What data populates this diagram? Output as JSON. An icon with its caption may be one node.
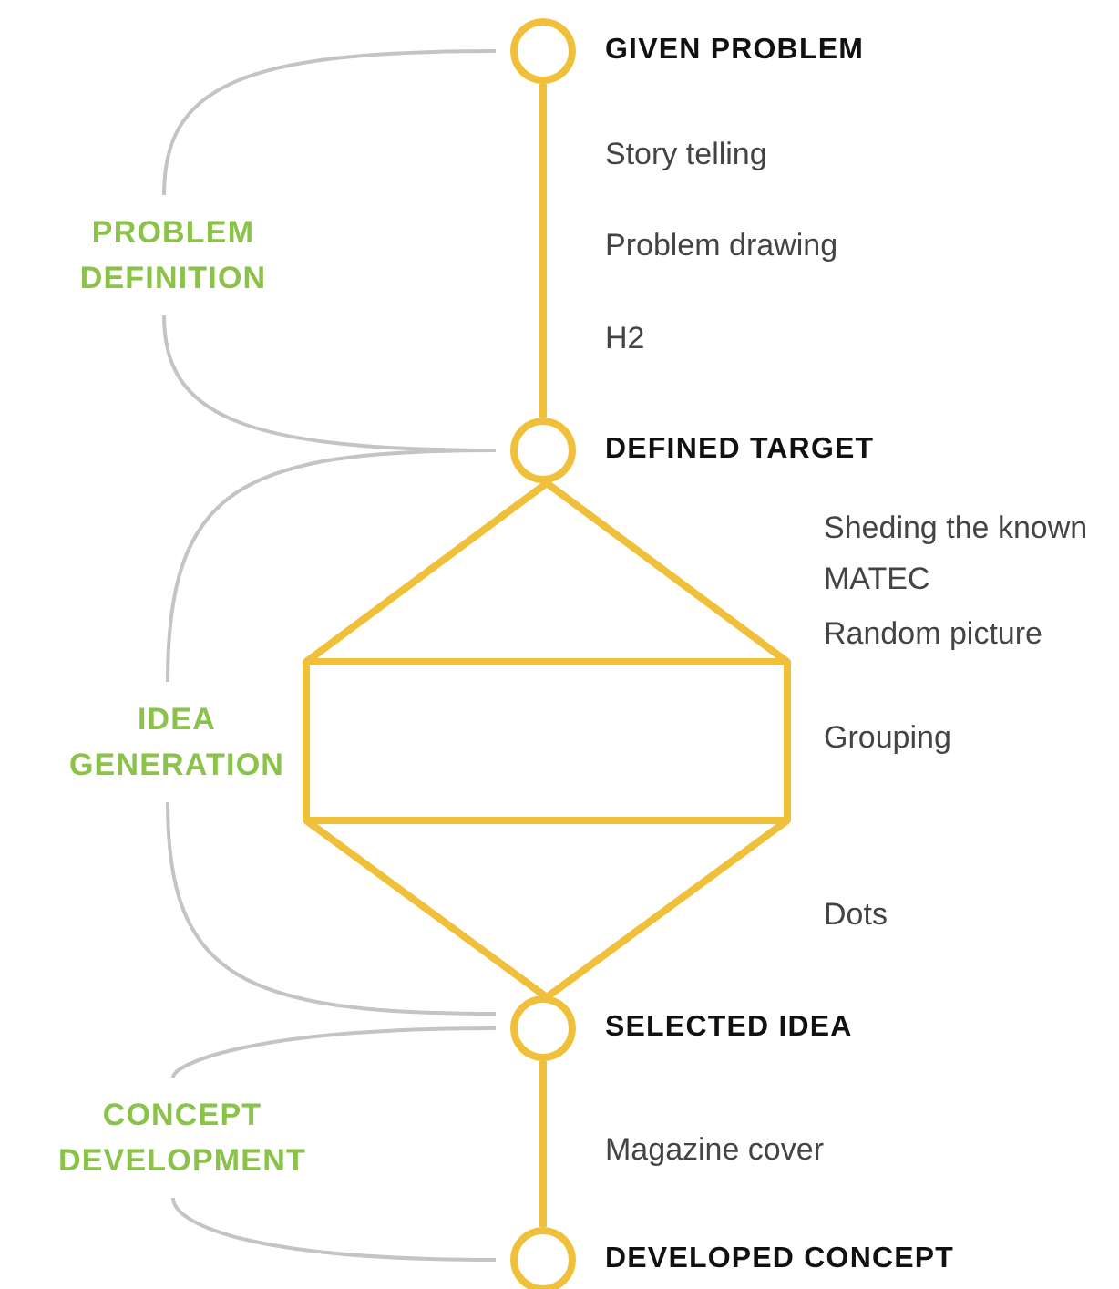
{
  "diagram": {
    "nodes": [
      {
        "text": [
          "GIVEN PROBLEM"
        ]
      },
      {
        "text": [
          "PROBLEM DEFINITION"
        ]
      },
      {
        "text": [
          "DEFINED TARGET"
        ]
      },
      {
        "text": [],
        "shape": "diamond"
      },
      {
        "text": [
          "IDEA GENERATION"
        ]
      },
      {
        "text": [
          "SELECTED IDEA"
        ]
      },
      {
        "text": [
          "CONCEPT DEVELOPMENT"
        ]
      },
      {
        "text": [
          "DEVELOPED CONCEPT"
        ]
      }
    ],
    "edges": [
      {
        "from": 1,
        "to": 0,
        "arrow": "none"
      },
      {
        "from": 1,
        "to": 2,
        "arrow": "none"
      },
      {
        "from": 0,
        "to": 2,
        "arrow": "none",
        "style": "thick",
        "color": "#f0c03a"
      },
      {
        "from": 4,
        "to": 2,
        "arrow": "none"
      },
      {
        "from": 4,
        "to": 5,
        "arrow": "none"
      },
      {
        "from": 6,
        "to": 5,
        "arrow": "none"
      },
      {
        "from": 6,
        "to": 7,
        "arrow": "none"
      },
      {
        "from": 5,
        "to": 7,
        "arrow": "none",
        "style": "thick",
        "color": "#f0c03a"
      }
    ],
    "labels": [
      "Story telling",
      "Problem drawing",
      "H2",
      "Sheding the known",
      "MATEC",
      "Random picture",
      "Grouping",
      "Dots",
      "Magazine cover"
    ]
  }
}
